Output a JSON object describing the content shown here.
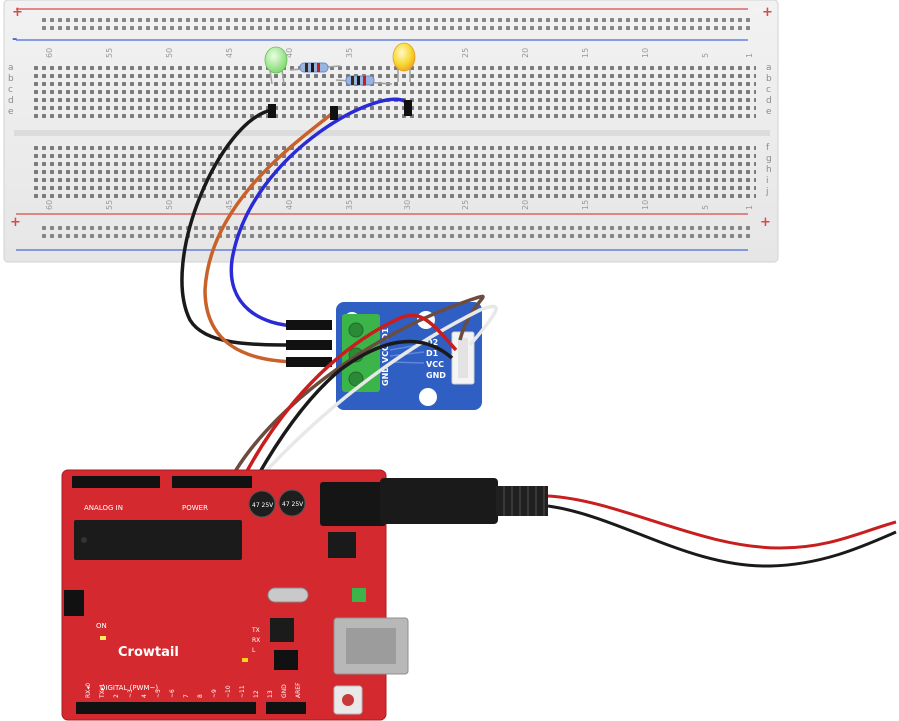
{
  "breadboard": {
    "rail_plus": "+",
    "rail_minus": "-",
    "rows_top": [
      "a",
      "b",
      "c",
      "d",
      "e"
    ],
    "rows_bottom": [
      "f",
      "g",
      "h",
      "i",
      "j"
    ],
    "column_numbers_top": [
      "60",
      "55",
      "50",
      "45",
      "40",
      "35",
      "30",
      "25",
      "20",
      "15",
      "10",
      "5",
      "1"
    ],
    "column_numbers_bottom": [
      "60",
      "55",
      "50",
      "45",
      "40",
      "35",
      "30",
      "25",
      "20",
      "15",
      "10",
      "5",
      "1"
    ]
  },
  "leds": [
    {
      "name": "green-led",
      "color": "#8fe07a"
    },
    {
      "name": "yellow-led",
      "color": "#f5e24a"
    }
  ],
  "module": {
    "pin_labels_left": [
      "D1",
      "VCC",
      "GND"
    ],
    "pin_labels_right": [
      "D2",
      "D1",
      "VCC",
      "GND"
    ],
    "color": "#2f5fc2"
  },
  "board": {
    "brand": "Crowtail",
    "labels": [
      "ANALOG IN",
      "POWER",
      "DIGITAL (PWM~)",
      "ON",
      "TX",
      "RX",
      "L",
      "AREF",
      "GND",
      "13",
      "12",
      "~11",
      "~10",
      "~9",
      "8",
      "7",
      "~6",
      "~5",
      "4",
      "~3",
      "2",
      "TX▸1",
      "RX◂0"
    ],
    "capacitor_labels": [
      "47 25V",
      "47 25V"
    ],
    "color": "#d42a2f"
  },
  "wire_colors": {
    "black": "#1a1a1a",
    "orange": "#c8612a",
    "blue": "#2a2ad6",
    "brown": "#6b4d3f",
    "white": "#e8e8e8",
    "red": "#c81e1e"
  }
}
